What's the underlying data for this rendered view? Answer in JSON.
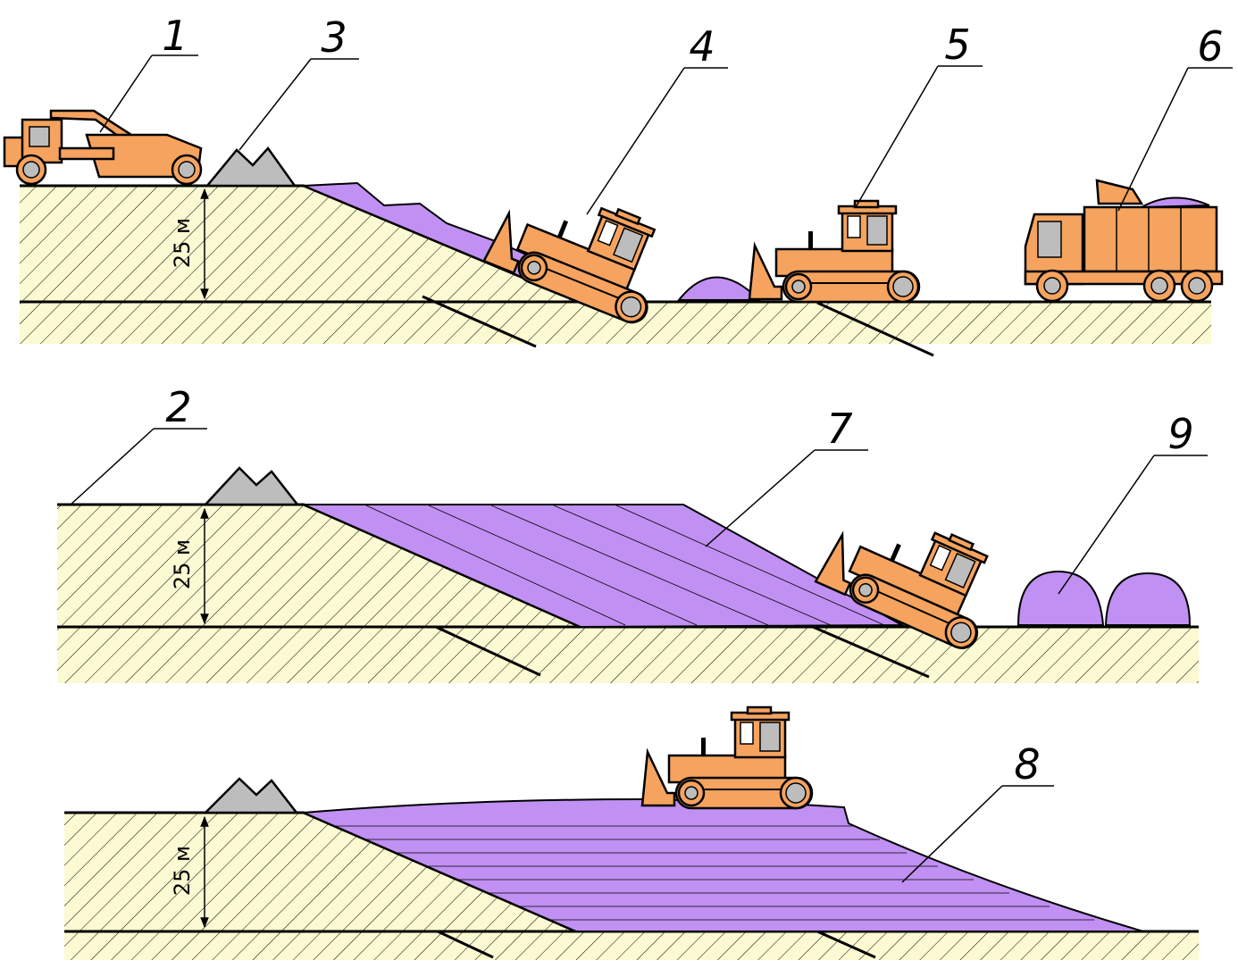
{
  "colors": {
    "machine": "#f5a35f",
    "waste": "#c090f2",
    "soil": "#fcfad2",
    "topsoil_pile": "#bdbdbd",
    "cab_glass": "#bdbdbd",
    "ink": "#000000"
  },
  "icons": {
    "scraper": "scraper-icon",
    "bulldozer": "bulldozer-icon",
    "dump_truck": "dump-truck-icon"
  },
  "callouts": {
    "c1": "1",
    "c2": "2",
    "c3": "3",
    "c4": "4",
    "c5": "5",
    "c6": "6",
    "c7": "7",
    "c8": "8",
    "c9": "9"
  },
  "dimension_label": "25 м"
}
